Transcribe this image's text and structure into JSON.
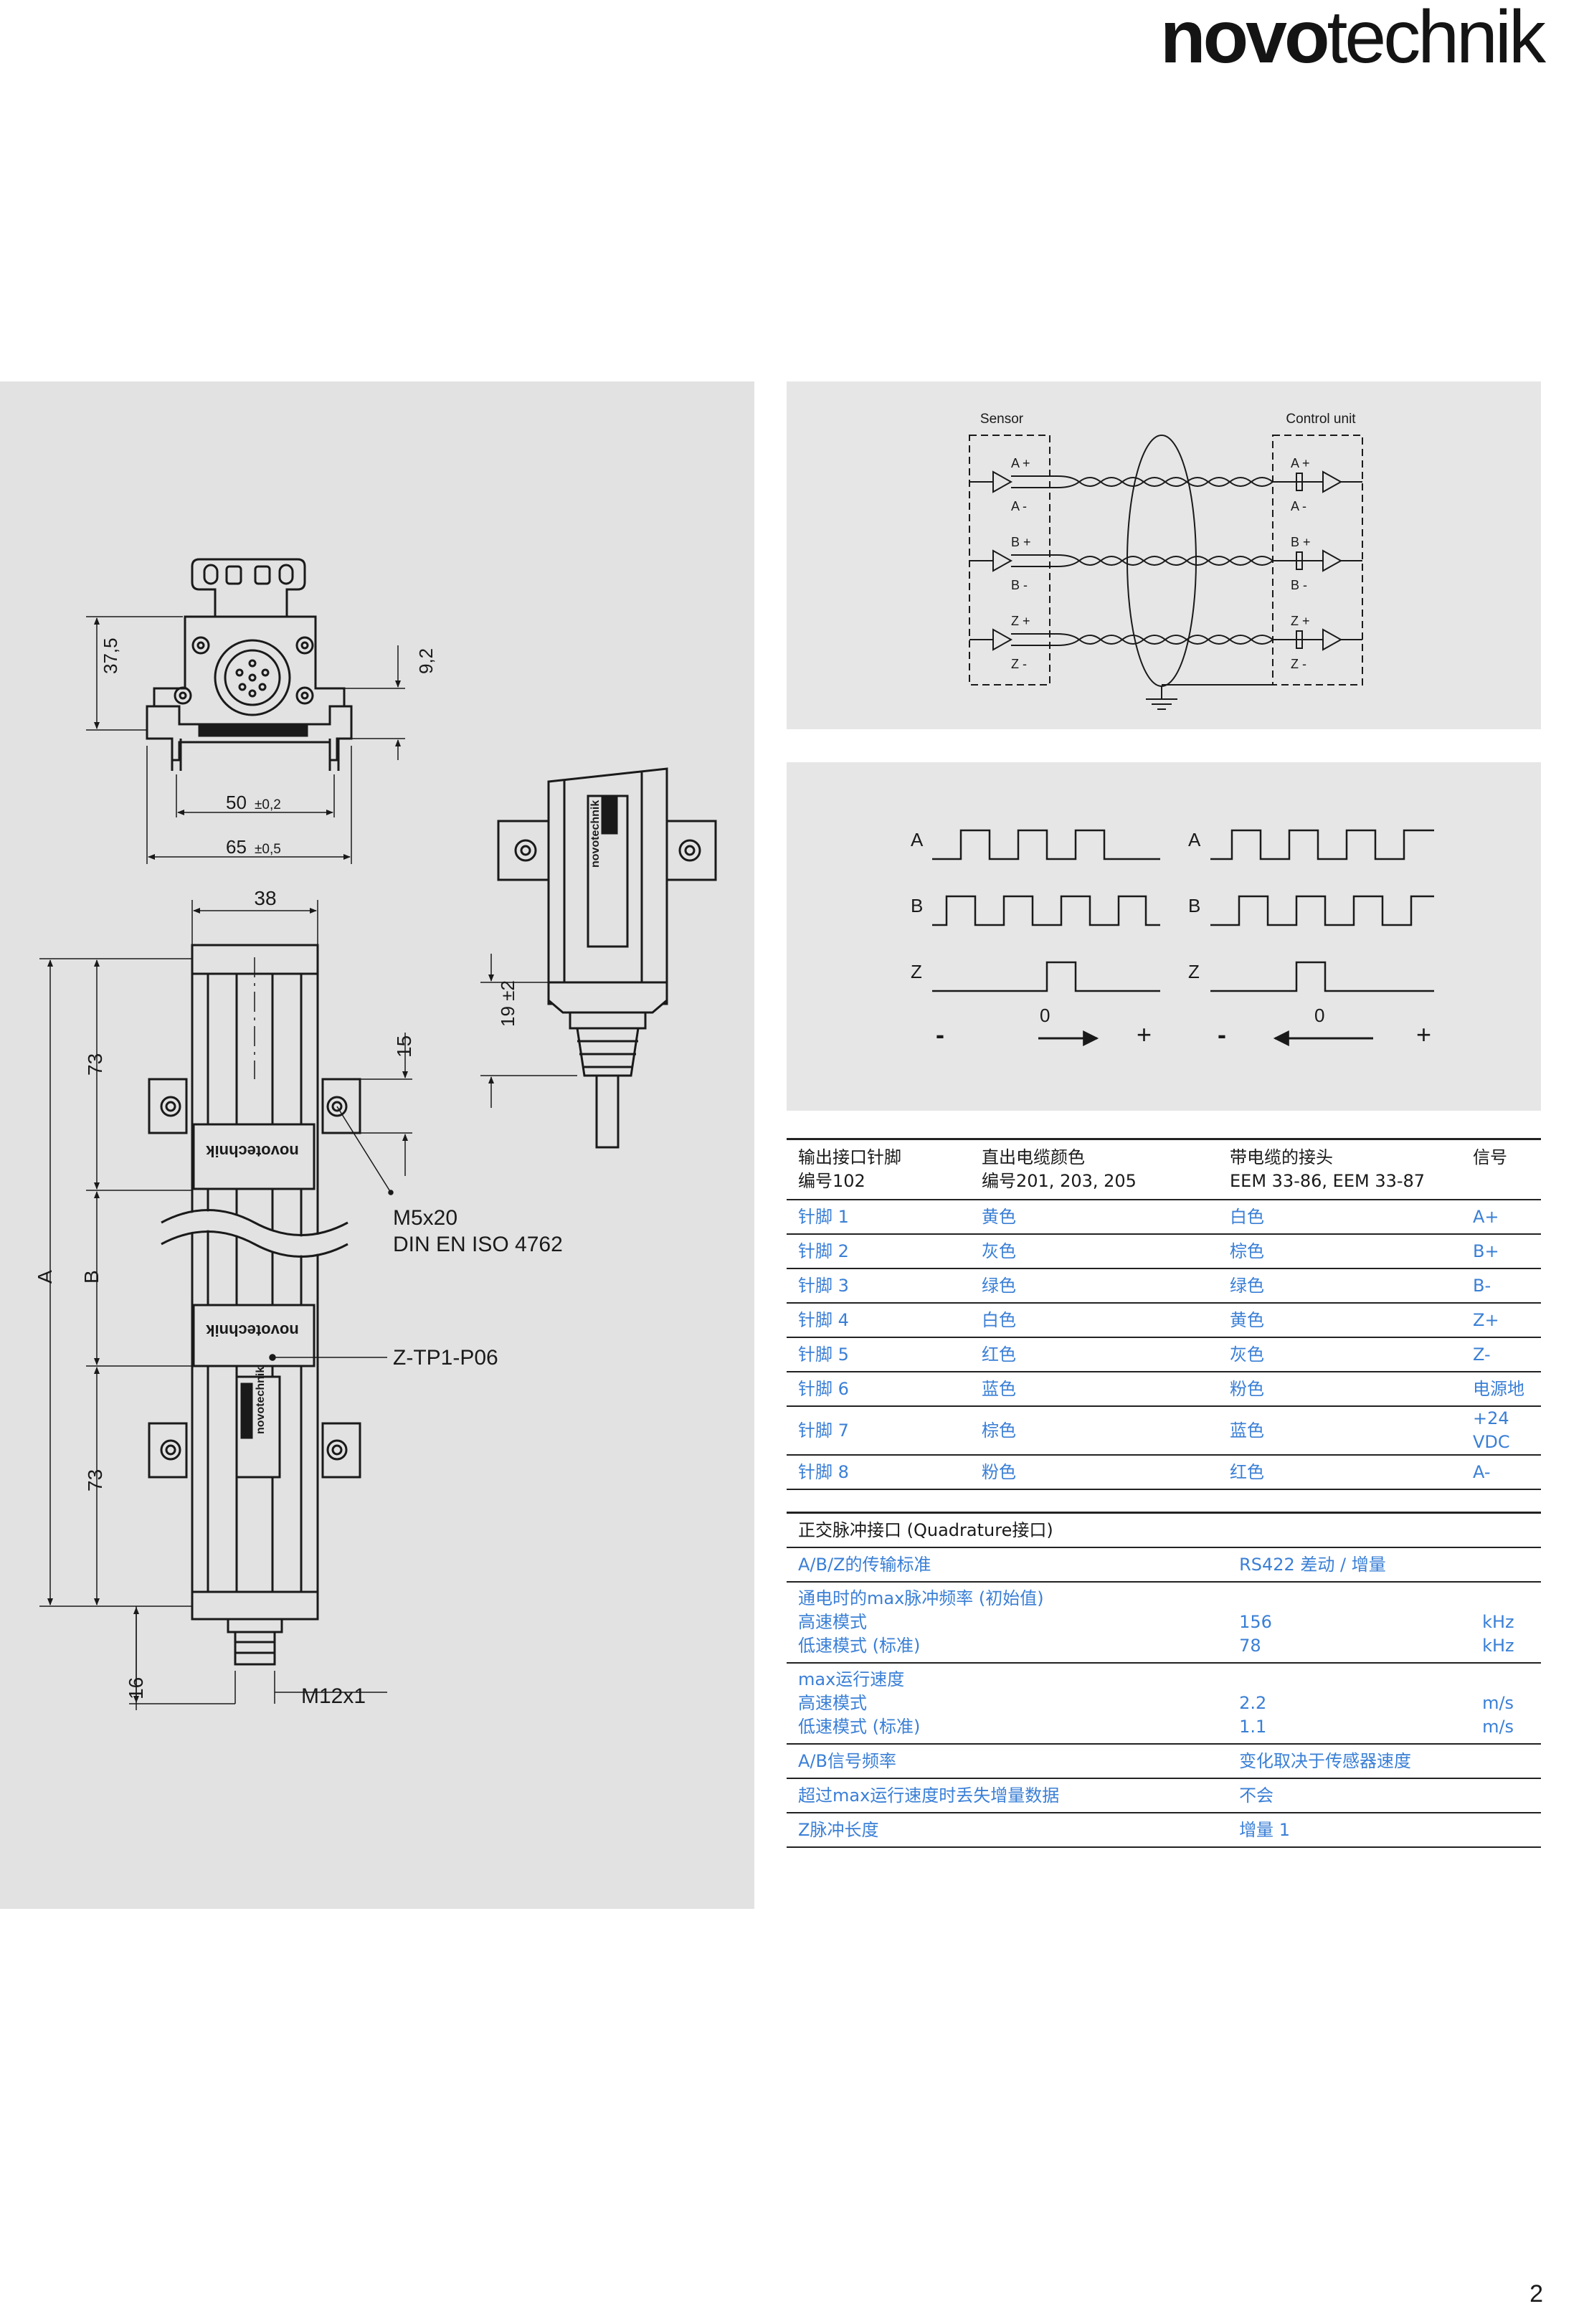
{
  "brand": {
    "bold": "novo",
    "light": "technik"
  },
  "page_number": "2",
  "drawing": {
    "dim_37_5": "37,5",
    "dim_9_2": "9,2",
    "dim_50": "50",
    "tol_50": "±0,2",
    "dim_65": "65",
    "tol_65": "±0,5",
    "dim_38": "38",
    "dim_73_top": "73",
    "dim_73_bottom": "73",
    "dim_15": "15",
    "dim_19": "19 ±2",
    "dim_a": "A",
    "dim_b": "B",
    "dim_16": "16",
    "screw_1": "M5x20",
    "screw_2": "DIN EN ISO 4762",
    "slider_part": "Z-TP1-P06",
    "connector": "M12x1",
    "housing_logo": "novotechnik"
  },
  "schematic": {
    "sensor": "Sensor",
    "control_unit": "Control unit",
    "signals": [
      "A +",
      "A -",
      "B +",
      "B -",
      "Z +",
      "Z -"
    ]
  },
  "waveforms": {
    "left": {
      "a": "A",
      "b": "B",
      "z": "Z",
      "minus": "-",
      "zero": "0",
      "plus": "+"
    },
    "right": {
      "a": "A",
      "b": "B",
      "z": "Z",
      "minus": "-",
      "zero": "0",
      "plus": "+"
    }
  },
  "pin_table": {
    "headers": [
      [
        "输出接口针脚",
        "编号102"
      ],
      [
        "直出电缆颜色",
        "编号201, 203, 205"
      ],
      [
        "带电缆的接头",
        "EEM 33-86, EEM 33-87"
      ],
      [
        "信号",
        ""
      ]
    ],
    "rows": [
      [
        "针脚 1",
        "黄色",
        "白色",
        "A+"
      ],
      [
        "针脚 2",
        "灰色",
        "棕色",
        "B+"
      ],
      [
        "针脚 3",
        "绿色",
        "绿色",
        "B-"
      ],
      [
        "针脚 4",
        "白色",
        "黄色",
        "Z+"
      ],
      [
        "针脚 5",
        "红色",
        "灰色",
        "Z-"
      ],
      [
        "针脚 6",
        "蓝色",
        "粉色",
        "电源地"
      ],
      [
        "针脚 7",
        "棕色",
        "蓝色",
        "+24 VDC"
      ],
      [
        "针脚 8",
        "粉色",
        "红色",
        "A-"
      ]
    ]
  },
  "spec_table": {
    "title": "正交脉冲接口 (Quadrature接口)",
    "transmission": {
      "label": "A/B/Z的传输标准",
      "value": "RS422 差动 / 增量"
    },
    "pulse_freq": {
      "label": "通电时的max脉冲频率 (初始值)",
      "high_label": "高速模式",
      "high_value": "156",
      "high_unit": "kHz",
      "low_label": "低速模式 (标准)",
      "low_value": "78",
      "low_unit": "kHz"
    },
    "speed": {
      "label": "max运行速度",
      "high_label": "高速模式",
      "high_value": "2.2",
      "high_unit": "m/s",
      "low_label": "低速模式 (标准)",
      "low_value": "1.1",
      "low_unit": "m/s"
    },
    "ab_freq": {
      "label": "A/B信号频率",
      "value": "变化取决于传感器速度"
    },
    "loss": {
      "label": "超过max运行速度时丢失增量数据",
      "value": "不会"
    },
    "z_len": {
      "label": "Z脉冲长度",
      "value": "增量 1"
    }
  }
}
